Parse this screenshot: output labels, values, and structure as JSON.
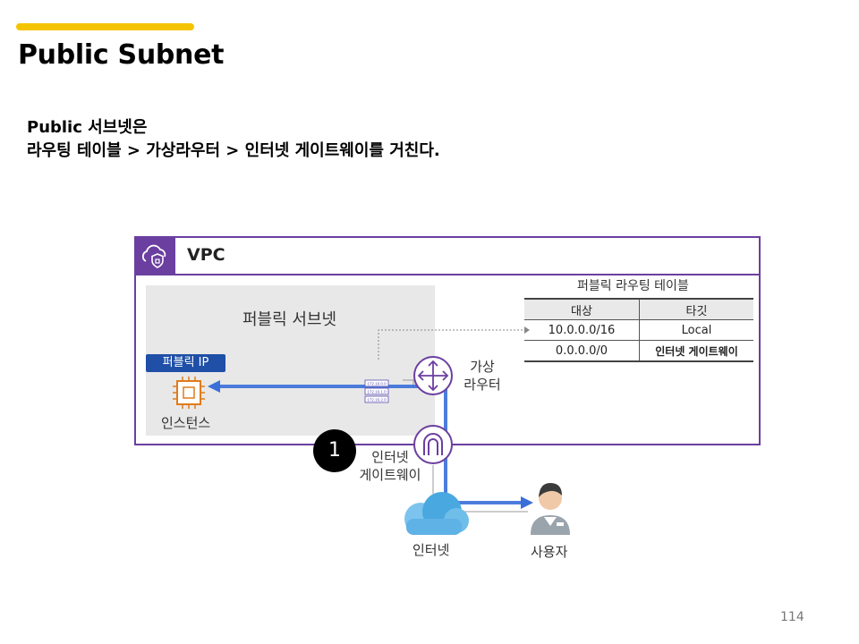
{
  "slide": {
    "title": "Public Subnet",
    "desc_line1": "Public 서브넷은",
    "desc_line2": "라우팅 테이블 > 가상라우터 > 인터넷 게이트웨이를 거친다.",
    "page_number": "114",
    "accent_color": "#f5c400"
  },
  "diagram": {
    "vpc_label": "VPC",
    "vpc_color": "#6b3fa0",
    "subnet_label": "퍼블릭 서브넷",
    "public_ip_tag": "퍼블릭 IP",
    "instance_label": "인스턴스",
    "router_label_1": "가상",
    "router_label_2": "라우터",
    "igw_label_1": "인터넷",
    "igw_label_2": "게이트웨이",
    "internet_label": "인터넷",
    "user_label": "사용자",
    "step_number": "1",
    "flow_color": "#3a6fd8",
    "route_table": {
      "caption": "퍼블릭 라우팅 테이블",
      "headers": [
        "대상",
        "타깃"
      ],
      "rows": [
        [
          "10.0.0.0/16",
          "Local"
        ],
        [
          "0.0.0.0/0",
          "인터넷 게이트웨이"
        ]
      ]
    },
    "route_entries": [
      "172.16.0.0",
      "172.16.1.0",
      "172.16.2.0"
    ]
  }
}
